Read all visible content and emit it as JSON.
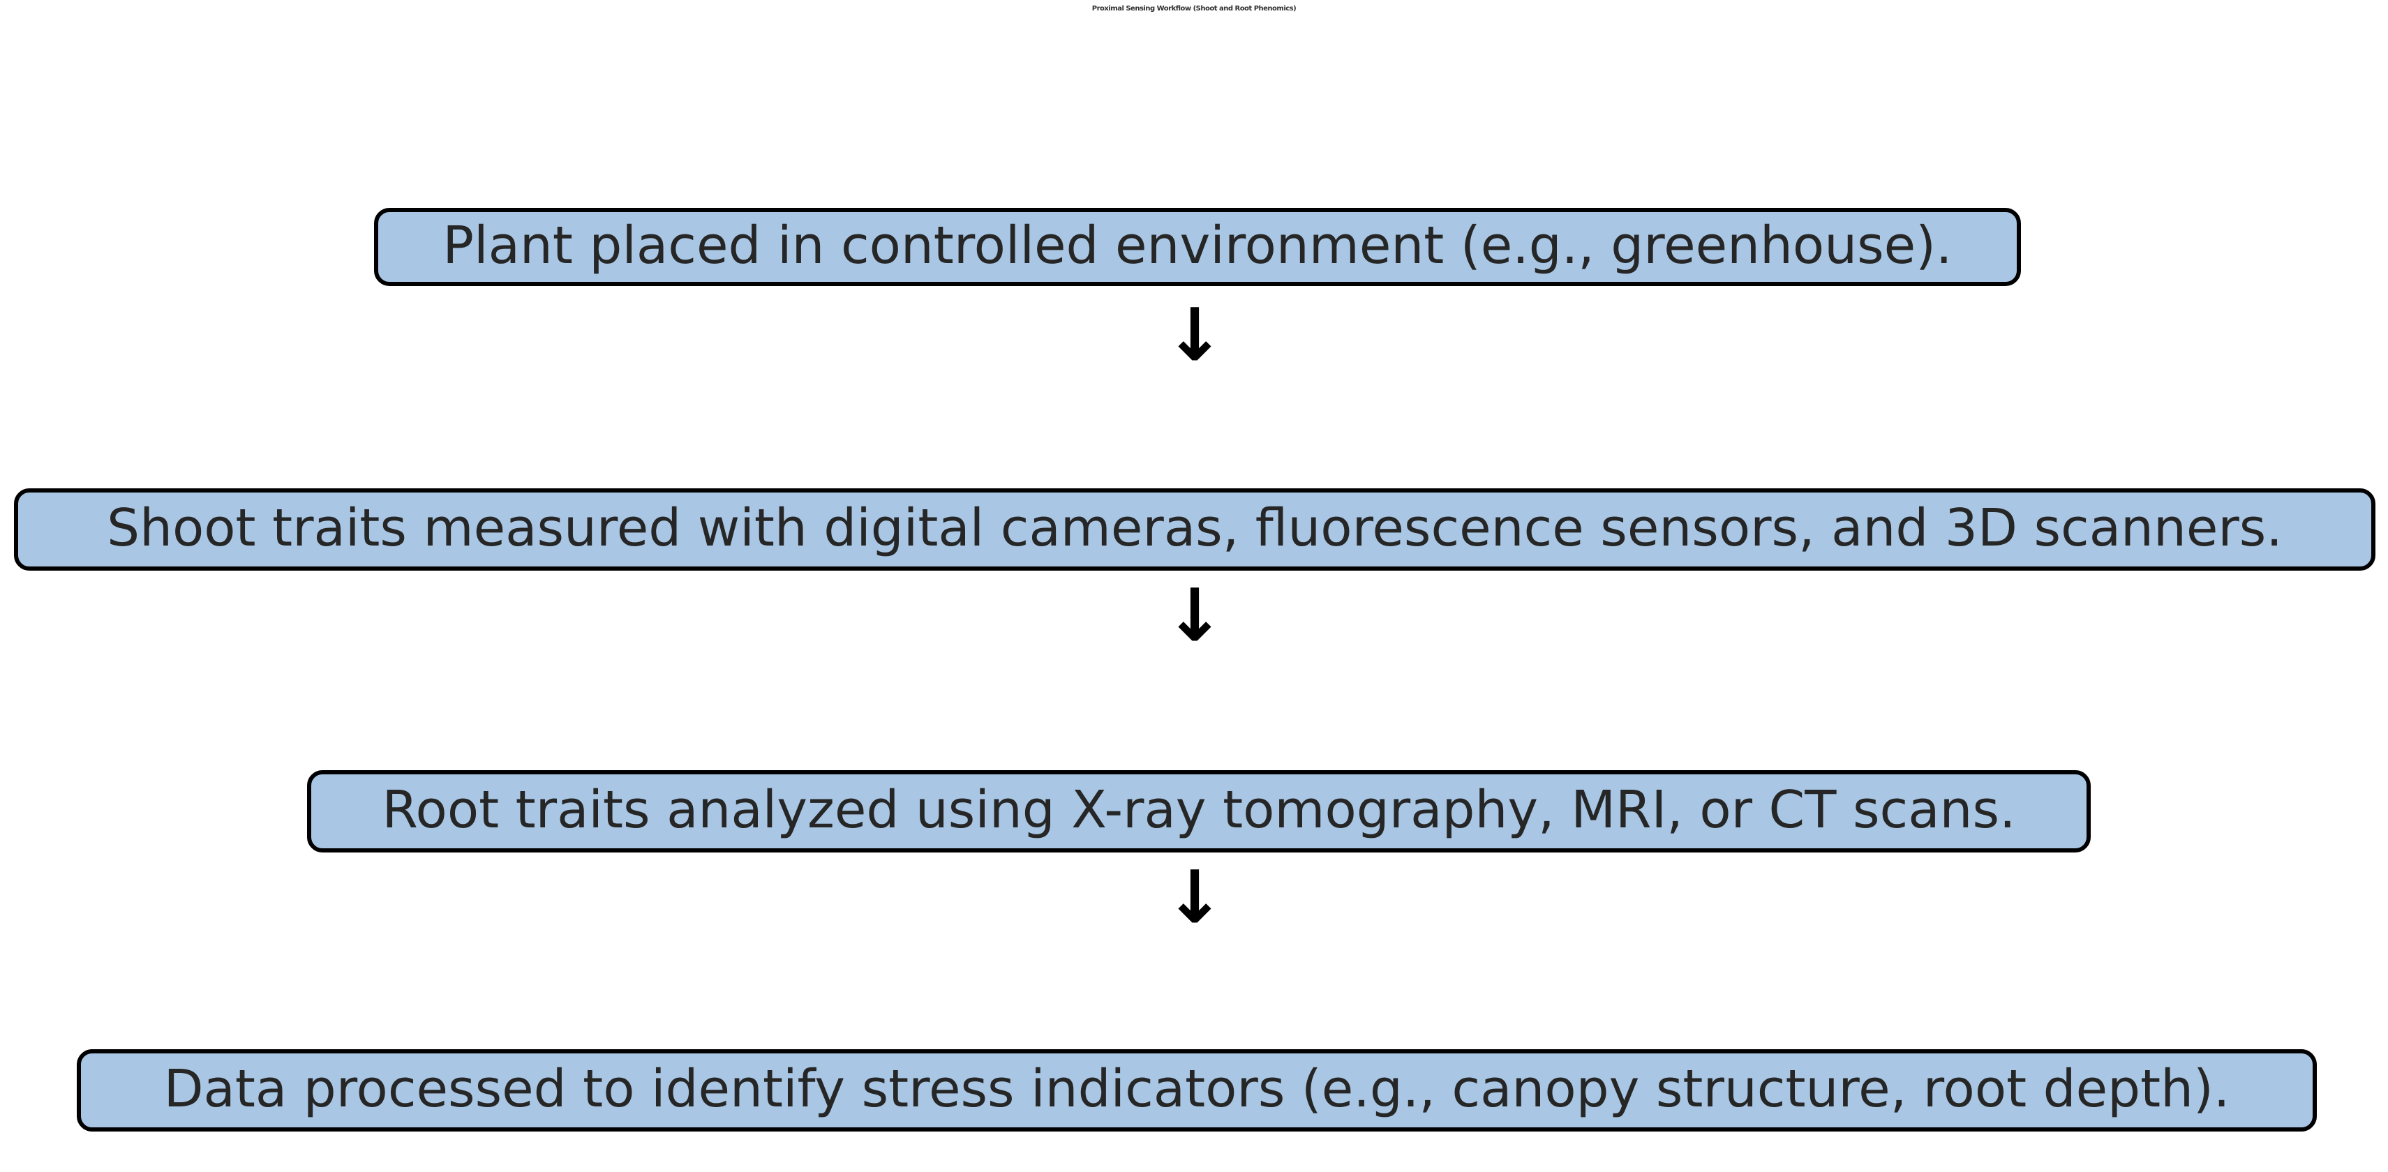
{
  "title": "Proximal Sensing Workflow (Shoot and Root Phenomics)",
  "colors": {
    "node_fill": "#a9c7e4",
    "node_border": "#000000",
    "node_text": "#262626",
    "title_text": "#303030",
    "arrow": "#000000",
    "background": "#ffffff"
  },
  "chart_data": {
    "type": "diagram",
    "diagram_type": "flowchart",
    "orientation": "top-to-bottom",
    "title": "Proximal Sensing Workflow (Shoot and Root Phenomics)",
    "nodes": [
      {
        "id": "step-1",
        "label": "Plant placed in controlled environment (e.g., greenhouse)."
      },
      {
        "id": "step-2",
        "label": "Shoot traits measured with digital cameras, fluorescence sensors, and 3D scanners."
      },
      {
        "id": "step-3",
        "label": "Root traits analyzed using X-ray tomography, MRI, or CT scans."
      },
      {
        "id": "step-4",
        "label": "Data processed to identify stress indicators (e.g., canopy structure, root depth)."
      }
    ],
    "edges": [
      {
        "from": "step-1",
        "to": "step-2",
        "glyph": "↓"
      },
      {
        "from": "step-2",
        "to": "step-3",
        "glyph": "↓"
      },
      {
        "from": "step-3",
        "to": "step-4",
        "glyph": "↓"
      }
    ]
  },
  "arrows": {
    "glyph": "↓"
  }
}
